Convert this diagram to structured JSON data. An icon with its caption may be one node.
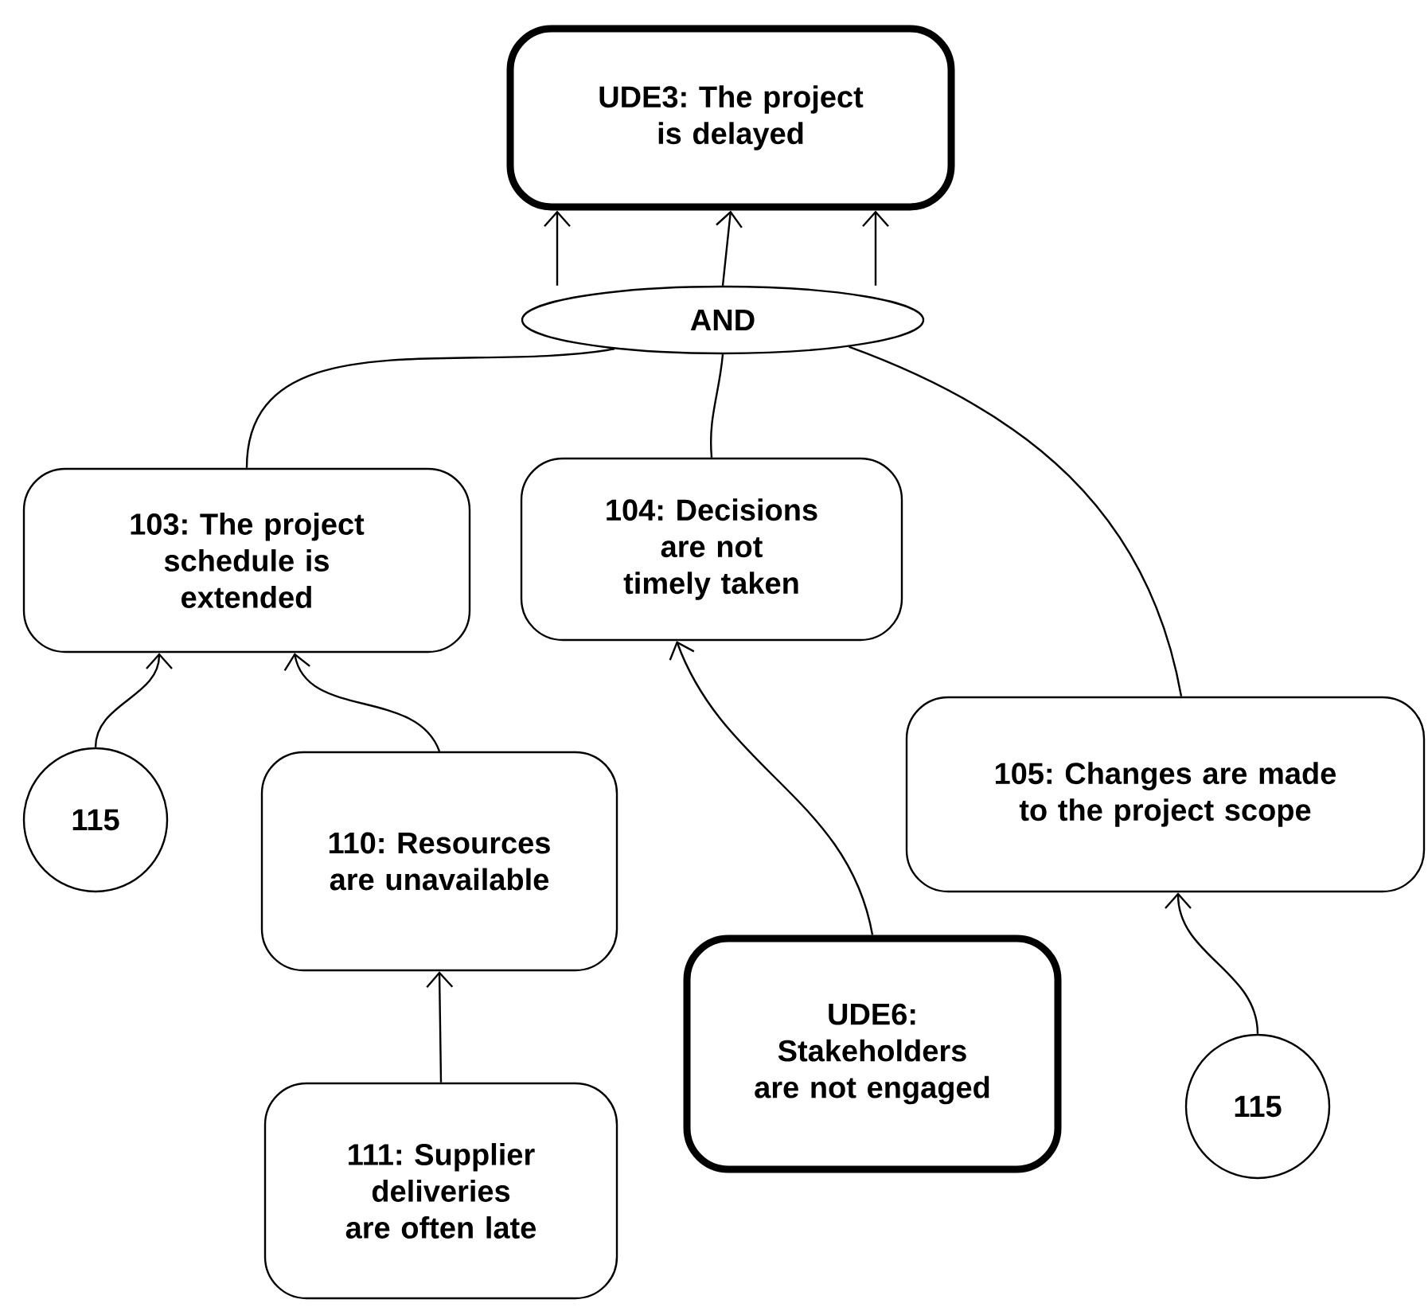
{
  "diagram": {
    "nodes": [
      {
        "text": [
          "UDE3: The project is delayed"
        ]
      },
      {
        "text": [
          "AND"
        ]
      },
      {
        "text": [
          "103: The project schedule is extended"
        ]
      },
      {
        "text": [
          "104: Decisions are not timely taken"
        ]
      },
      {
        "text": [
          "105: Changes are made to the project scope"
        ]
      },
      {
        "text": [
          "115"
        ]
      },
      {
        "text": [
          "110: Resources are unavailable"
        ]
      },
      {
        "text": [
          "111: Supplier deliveries are often late"
        ]
      },
      {
        "text": [
          "UDE6: Stakeholders are not engaged"
        ]
      },
      {
        "text": [
          "115"
        ]
      }
    ],
    "edges": [
      {
        "from": 1,
        "to": 0,
        "arrow": "to"
      },
      {
        "from": 1,
        "to": 0,
        "arrow": "to"
      },
      {
        "from": 1,
        "to": 0,
        "arrow": "to"
      },
      {
        "from": 2,
        "to": 1,
        "arrow": "none"
      },
      {
        "from": 3,
        "to": 1,
        "arrow": "none"
      },
      {
        "from": 4,
        "to": 1,
        "arrow": "none"
      },
      {
        "from": 5,
        "to": 2,
        "arrow": "to"
      },
      {
        "from": 6,
        "to": 2,
        "arrow": "to"
      },
      {
        "from": 7,
        "to": 6,
        "arrow": "to"
      },
      {
        "from": 8,
        "to": 3,
        "arrow": "to"
      },
      {
        "from": 9,
        "to": 4,
        "arrow": "to"
      }
    ]
  }
}
